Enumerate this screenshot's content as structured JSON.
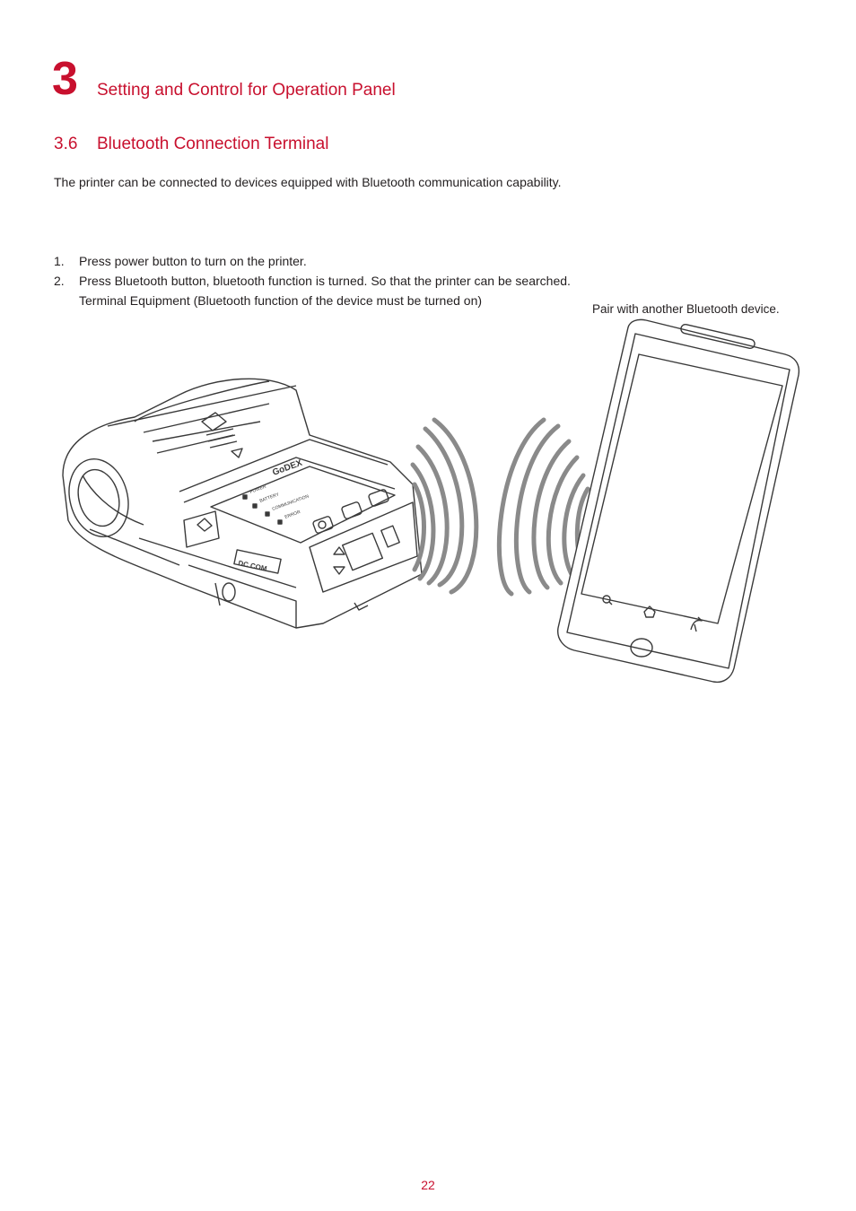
{
  "header": {
    "chapter_number": "3",
    "chapter_title": "Setting and Control for Operation Panel"
  },
  "section": {
    "number": "3.6",
    "title": "Bluetooth Connection Terminal"
  },
  "intro": "The printer can be connected to devices equipped with Bluetooth communication capability.",
  "steps": [
    {
      "n": "1.",
      "text": "Press power button to turn on the printer."
    },
    {
      "n": "2.",
      "text": "Press Bluetooth button, bluetooth function is turned. So that the printer can be searched."
    },
    {
      "n": "",
      "text": "Terminal Equipment (Bluetooth function of the device must be turned on)"
    }
  ],
  "illustration": {
    "caption": "Pair with another Bluetooth device.",
    "printer_brand": "GoDEX",
    "printer_leds": [
      "POWER",
      "BATTERY",
      "COMMUNICATION",
      "ERROR"
    ],
    "printer_port_label": "DC COM",
    "icons": [
      "printer-illustration",
      "wireless-waves-icon",
      "smartphone-illustration"
    ]
  },
  "footer": {
    "page_number": "22"
  },
  "colors": {
    "accent": "#c8102e",
    "text": "#231f20",
    "line_art": "#3a3a3a",
    "waves": "#8a8a8a"
  }
}
